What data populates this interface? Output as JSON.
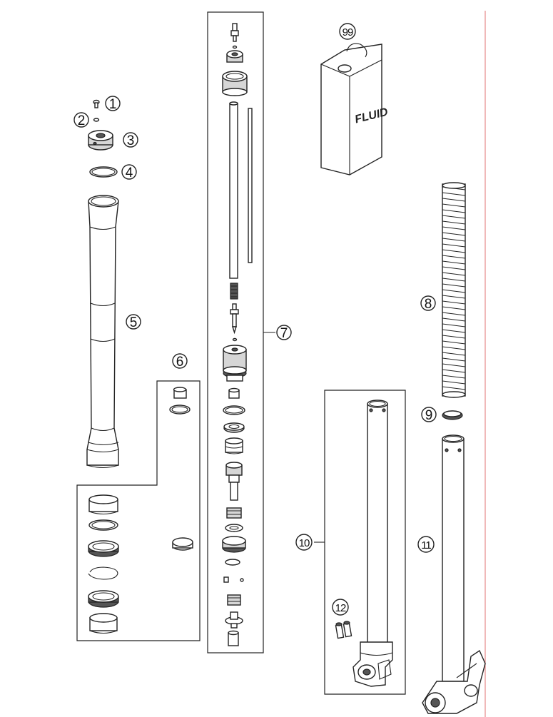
{
  "callouts": [
    {
      "id": "c1",
      "label": "1"
    },
    {
      "id": "c2",
      "label": "2"
    },
    {
      "id": "c3",
      "label": "3"
    },
    {
      "id": "c4",
      "label": "4"
    },
    {
      "id": "c5",
      "label": "5"
    },
    {
      "id": "c6",
      "label": "6"
    },
    {
      "id": "c7",
      "label": "7"
    },
    {
      "id": "c8",
      "label": "8"
    },
    {
      "id": "c9",
      "label": "9"
    },
    {
      "id": "c10",
      "label": "10"
    },
    {
      "id": "c11",
      "label": "11"
    },
    {
      "id": "c12",
      "label": "12"
    },
    {
      "id": "c99",
      "label": "99"
    }
  ],
  "fluid_can": {
    "text": "FLUID"
  },
  "colors": {
    "line": "#222222",
    "margin_line": "#e58a8a",
    "background": "#ffffff"
  }
}
